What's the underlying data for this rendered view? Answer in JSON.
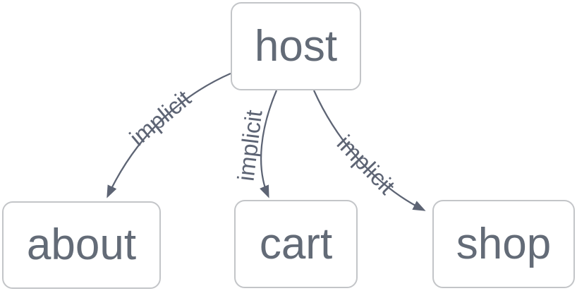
{
  "diagram": {
    "nodes": [
      {
        "id": "host",
        "label": "host"
      },
      {
        "id": "about",
        "label": "about"
      },
      {
        "id": "cart",
        "label": "cart"
      },
      {
        "id": "shop",
        "label": "shop"
      }
    ],
    "edges": [
      {
        "from": "host",
        "to": "about",
        "label": "implicit"
      },
      {
        "from": "host",
        "to": "cart",
        "label": "implicit"
      },
      {
        "from": "host",
        "to": "shop",
        "label": "implicit"
      }
    ],
    "colors": {
      "background": "#ffffff",
      "node_border": "#c3c5c8",
      "node_fill": "#ffffff",
      "node_text": "#636b77",
      "edge_stroke": "#5d6474",
      "edge_label_text": "#5d6474"
    }
  }
}
